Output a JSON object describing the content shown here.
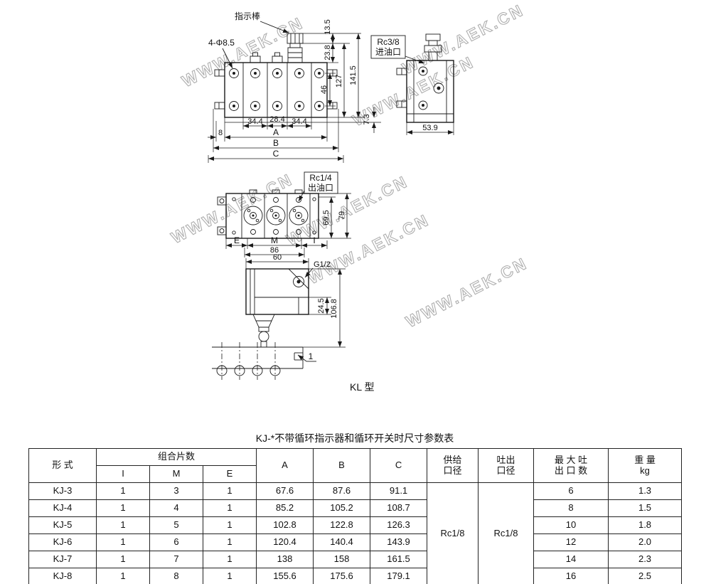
{
  "watermark": {
    "text": "WWW.AEK.CN"
  },
  "drawing": {
    "front_view": {
      "indicator_label": "指示棒",
      "holes_label": "4-Φ8.5",
      "dim_13_5": "13.5",
      "dim_23_8": "23.8",
      "dim_46": "46",
      "dim_127": "127",
      "dim_141_5": "141.5",
      "dim_34_4_left": "34.4",
      "dim_28_4": "28.4",
      "dim_34_4_right": "34.4",
      "dim_8": "8",
      "dim_a": "A",
      "dim_b": "B",
      "dim_c": "C",
      "dim_7_3": "7.3"
    },
    "side_view": {
      "port_label_1": "Rc3/8",
      "port_label_2": "进油口",
      "dim_53_9": "53.9"
    },
    "top_view": {
      "port_label_1": "Rc1/4",
      "port_label_2": "出油口",
      "dim_69_5": "69.5",
      "dim_79": "79",
      "dim_e": "E",
      "dim_m": "M",
      "dim_i": "I",
      "dim_86": "86"
    },
    "kl_view": {
      "dim_60": "60",
      "thread_label": "G1/2",
      "dim_24_5": "24.5",
      "dim_106_8": "106.8",
      "callout_1": "1",
      "caption": "KL 型"
    }
  },
  "table": {
    "title": "KJ-*不带循环指示器和循环开关时尺寸参数表",
    "headers": {
      "type": "形  式",
      "group": "组合片数",
      "i": "I",
      "m": "M",
      "e": "E",
      "a": "A",
      "b": "B",
      "c": "C",
      "supply_1": "供给",
      "supply_2": "口径",
      "discharge_1": "吐出",
      "discharge_2": "口径",
      "max_outlets_1": "最 大 吐",
      "max_outlets_2": "出 口 数",
      "weight_1": "重  量",
      "weight_2": "kg"
    },
    "supply_value": "Rc1/8",
    "discharge_value": "Rc1/8",
    "rows": [
      {
        "type": "KJ-3",
        "i": "1",
        "m": "3",
        "e": "1",
        "a": "67.6",
        "b": "87.6",
        "c": "91.1",
        "outlets": "6",
        "weight": "1.3"
      },
      {
        "type": "KJ-4",
        "i": "1",
        "m": "4",
        "e": "1",
        "a": "85.2",
        "b": "105.2",
        "c": "108.7",
        "outlets": "8",
        "weight": "1.5"
      },
      {
        "type": "KJ-5",
        "i": "1",
        "m": "5",
        "e": "1",
        "a": "102.8",
        "b": "122.8",
        "c": "126.3",
        "outlets": "10",
        "weight": "1.8"
      },
      {
        "type": "KJ-6",
        "i": "1",
        "m": "6",
        "e": "1",
        "a": "120.4",
        "b": "140.4",
        "c": "143.9",
        "outlets": "12",
        "weight": "2.0"
      },
      {
        "type": "KJ-7",
        "i": "1",
        "m": "7",
        "e": "1",
        "a": "138",
        "b": "158",
        "c": "161.5",
        "outlets": "14",
        "weight": "2.3"
      },
      {
        "type": "KJ-8",
        "i": "1",
        "m": "8",
        "e": "1",
        "a": "155.6",
        "b": "175.6",
        "c": "179.1",
        "outlets": "16",
        "weight": "2.5"
      }
    ]
  }
}
